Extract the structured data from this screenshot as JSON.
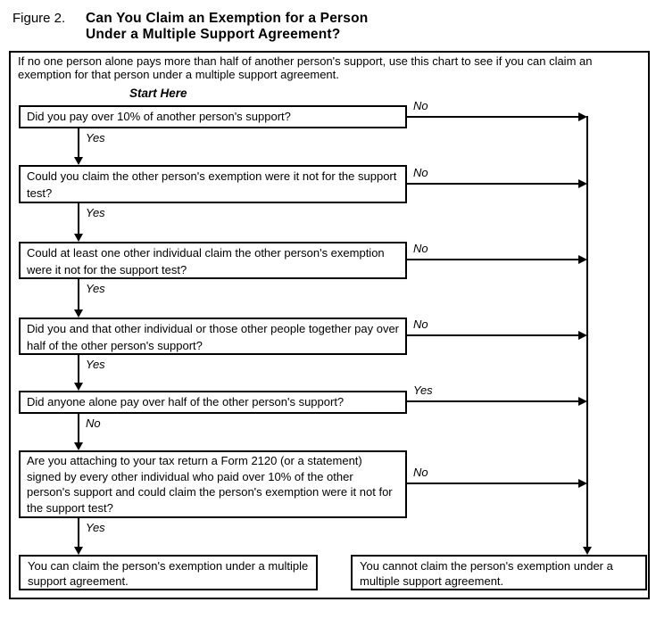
{
  "figure": {
    "label": "Figure 2.",
    "title_lines": [
      "Can You Claim an Exemption for a Person",
      "Under a Multiple Support Agreement?"
    ]
  },
  "intro": "If no one person alone pays more than half of another person's support, use this chart to see if you can claim an exemption for that person under a multiple support agreement.",
  "start_label": "Start Here",
  "flow": {
    "questions": [
      {
        "text": "Did you pay over 10% of another person's support?",
        "side_label": "No",
        "down_label": "Yes"
      },
      {
        "text": "Could you claim the other person's exemption were it not for the support test?",
        "side_label": "No",
        "down_label": "Yes"
      },
      {
        "text": "Could at least one other individual claim the other person's exemption were it not for the support test?",
        "side_label": "No",
        "down_label": "Yes"
      },
      {
        "text": "Did you and that other individual or those other people together pay over half of the other person's support?",
        "side_label": "No",
        "down_label": "Yes"
      },
      {
        "text": "Did anyone alone pay over half of the other person's support?",
        "side_label": "Yes",
        "down_label": "No"
      },
      {
        "text": "Are you attaching to your tax return a Form 2120 (or a statement) signed by every other individual who paid over 10% of the other person's support and could claim the person's exemption were it not for the support test?",
        "side_label": "No",
        "down_label": "Yes"
      }
    ],
    "outcomes": {
      "can_claim": "You can claim the person's exemption under a multiple support agreement.",
      "cannot_claim": "You cannot claim the person's exemption under a multiple support agreement."
    }
  },
  "colors": {
    "ink": "#000000",
    "paper": "#ffffff"
  }
}
